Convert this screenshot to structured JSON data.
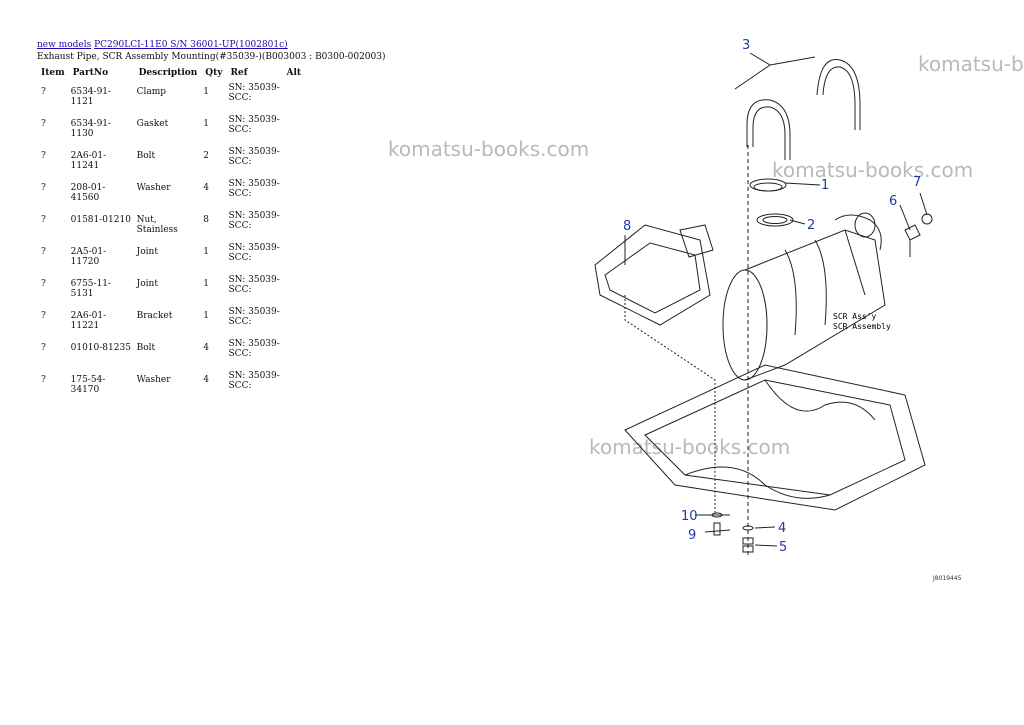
{
  "breadcrumb": {
    "link1": "new models",
    "link2": "PC290LCI-11E0 S/N  36001-UP(1002801c)"
  },
  "page_title": "Exhaust Pipe, SCR Assembly Mounting(#35039-)(B003003 : B0300-002003)",
  "table": {
    "headers": [
      "Item",
      "PartNo",
      "Description",
      "Qty",
      "Ref",
      "Alt"
    ],
    "rows": [
      {
        "item": "?",
        "part": "6534-91-1121",
        "desc": "Clamp",
        "qty": "1",
        "ref": "SN: 35039-SCC:"
      },
      {
        "item": "?",
        "part": "6534-91-1130",
        "desc": "Gasket",
        "qty": "1",
        "ref": "SN: 35039-SCC:"
      },
      {
        "item": "?",
        "part": "2A6-01-11241",
        "desc": "Bolt",
        "qty": "2",
        "ref": "SN: 35039-SCC:"
      },
      {
        "item": "?",
        "part": "208-01-41560",
        "desc": "Washer",
        "qty": "4",
        "ref": "SN: 35039-SCC:"
      },
      {
        "item": "?",
        "part": "01581-01210",
        "desc": "Nut, Stainless",
        "qty": "8",
        "ref": "SN: 35039-SCC:"
      },
      {
        "item": "?",
        "part": "2A5-01-11720",
        "desc": "Joint",
        "qty": "1",
        "ref": "SN: 35039-SCC:"
      },
      {
        "item": "?",
        "part": "6755-11-5131",
        "desc": "Joint",
        "qty": "1",
        "ref": "SN: 35039-SCC:"
      },
      {
        "item": "?",
        "part": "2A6-01-11221",
        "desc": "Bracket",
        "qty": "1",
        "ref": "SN: 35039-SCC:"
      },
      {
        "item": "?",
        "part": "01010-81235",
        "desc": "Bolt",
        "qty": "4",
        "ref": "SN: 35039-SCC:"
      },
      {
        "item": "?",
        "part": "175-54-34170",
        "desc": "Washer",
        "qty": "4",
        "ref": "SN: 35039-SCC:"
      }
    ]
  },
  "watermarks": {
    "w1": "komatsu-books.com",
    "w2": "komatsu-books.com",
    "w3": "komatsu-books.com",
    "w4": "komatsu-b"
  },
  "diagram": {
    "callouts": [
      "1",
      "2",
      "3",
      "4",
      "5",
      "6",
      "7",
      "8",
      "9",
      "10"
    ],
    "label_line1": "SCR Ass'y",
    "label_line2": "SCR Assembly",
    "code": "J8019445"
  },
  "colors": {
    "callout": "#1f3aa6",
    "link": "#1a0dab",
    "watermark": "#b9b9b9"
  }
}
